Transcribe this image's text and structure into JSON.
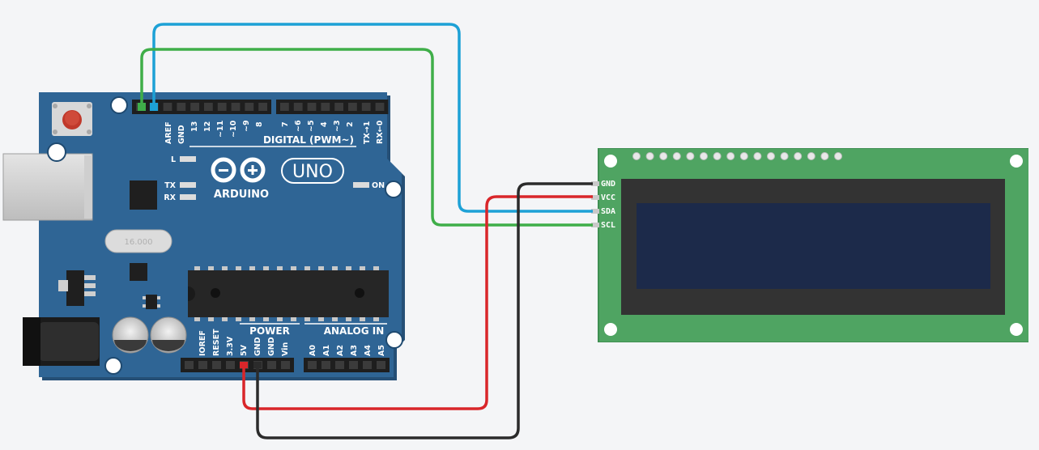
{
  "arduino": {
    "brand": "ARDUINO",
    "model": "UNO",
    "digital_section_label": "DIGITAL (PWM~)",
    "power_section_label": "POWER",
    "analog_section_label": "ANALOG IN",
    "on_label": "ON",
    "led_labels": [
      "L",
      "TX",
      "RX"
    ],
    "crystal_label": "16.000",
    "digital_left_pins": [
      "AREF",
      "GND",
      "13",
      "12",
      "~11",
      "~10",
      "~9",
      "8"
    ],
    "digital_right_pins": [
      "7",
      "~6",
      "~5",
      "4",
      "~3",
      "2",
      "TX→1",
      "RX←0"
    ],
    "power_pins": [
      "IOREF",
      "RESET",
      "3.3V",
      "5V",
      "GND",
      "GND",
      "Vin"
    ],
    "analog_pins": [
      "A0",
      "A1",
      "A2",
      "A3",
      "A4",
      "A5"
    ]
  },
  "lcd": {
    "pins": [
      "GND",
      "VCC",
      "SDA",
      "SCL"
    ]
  },
  "colors": {
    "board": "#2f6595",
    "lcd_pcb": "#4fa462",
    "lcd_screen": "#1c2a4a",
    "wire_gnd": "#2b2b2b",
    "wire_vcc": "#d9262a",
    "wire_sda": "#1da1d6",
    "wire_scl": "#3fae49"
  },
  "wires": [
    {
      "from": "Arduino SDA",
      "to": "LCD SDA",
      "color": "#1da1d6"
    },
    {
      "from": "Arduino SCL",
      "to": "LCD SCL",
      "color": "#3fae49"
    },
    {
      "from": "Arduino 5V",
      "to": "LCD VCC",
      "color": "#d9262a"
    },
    {
      "from": "Arduino GND",
      "to": "LCD GND",
      "color": "#2b2b2b"
    }
  ]
}
